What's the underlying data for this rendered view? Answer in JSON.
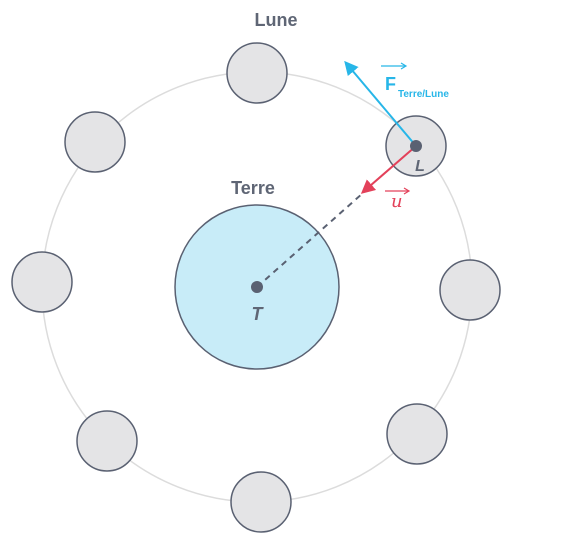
{
  "labels": {
    "moon_title": "Lune",
    "earth_title": "Terre",
    "earth_point": "T",
    "moon_point": "L",
    "force_vector": "F",
    "force_subscript": "Terre/Lune",
    "unit_vector": "u"
  },
  "colors": {
    "orbit": "#dcdcdc",
    "moon_fill": "#e4e4e6",
    "moon_stroke": "#5a6172",
    "earth_fill": "#c8ecf8",
    "earth_stroke": "#5a6172",
    "point": "#5a6172",
    "force_vector": "#27b6e8",
    "unit_vector": "#e3415a",
    "text": "#5f6675"
  }
}
